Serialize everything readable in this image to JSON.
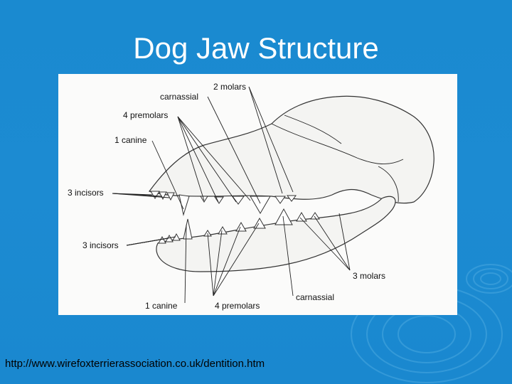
{
  "slide": {
    "title": "Dog Jaw Structure",
    "source_url": "http://www.wirefoxterrierassociation.co.uk/dentition.htm"
  },
  "diagram": {
    "labels": {
      "upper_molars": "2 molars",
      "upper_carnassial": "carnassial",
      "upper_premolars": "4 premolars",
      "upper_canine": "1 canine",
      "upper_incisors": "3 incisors",
      "lower_incisors": "3 incisors",
      "lower_molars": "3 molars",
      "lower_carnassial": "carnassial",
      "lower_canine": "1 canine",
      "lower_premolars": "4 premolars"
    }
  },
  "theme": {
    "background": "#1a8ad0",
    "title_color": "#ffffff",
    "figure_background": "#fbfbfa"
  }
}
